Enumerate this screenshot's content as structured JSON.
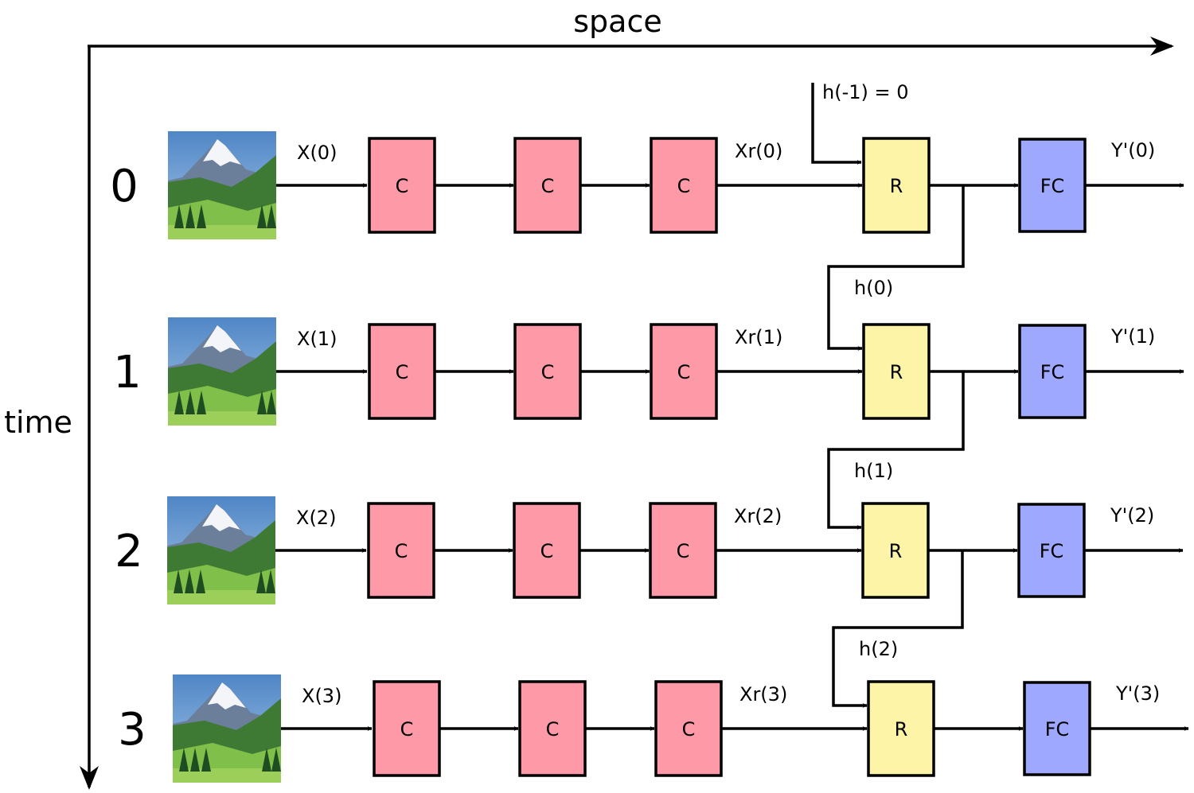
{
  "axes": {
    "space_label": "space",
    "time_label": "time"
  },
  "initial_hidden_label": "h(-1) = 0",
  "colors": {
    "conv": "#fe9aa8",
    "recurrent": "#fef4a8",
    "fc": "#9ea8fe"
  },
  "block_labels": {
    "conv": "C",
    "recurrent": "R",
    "fc": "FC"
  },
  "image": {
    "icon": "mountain-landscape-icon"
  },
  "rows": [
    {
      "step": "0",
      "input": "X(0)",
      "reduced": "Xr(0)",
      "output": "Y'(0)",
      "hidden_out": "h(0)"
    },
    {
      "step": "1",
      "input": "X(1)",
      "reduced": "Xr(1)",
      "output": "Y'(1)",
      "hidden_out": "h(1)"
    },
    {
      "step": "2",
      "input": "X(2)",
      "reduced": "Xr(2)",
      "output": "Y'(2)",
      "hidden_out": "h(2)"
    },
    {
      "step": "3",
      "input": "X(3)",
      "reduced": "Xr(3)",
      "output": "Y'(3)",
      "hidden_out": ""
    }
  ]
}
